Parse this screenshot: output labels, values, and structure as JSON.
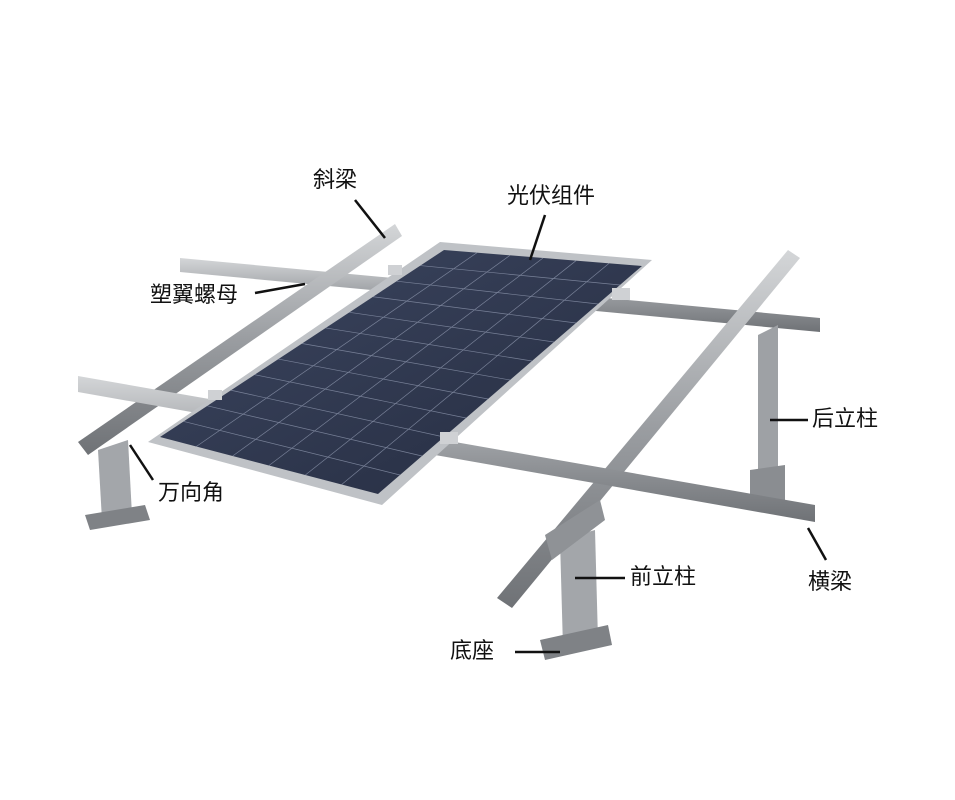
{
  "labels": {
    "inclined_beam": "斜梁",
    "pv_module": "光伏组件",
    "plastic_wing_nut": "塑翼螺母",
    "rear_column": "后立柱",
    "universal_angle": "万向角",
    "front_column": "前立柱",
    "cross_beam": "横梁",
    "base": "底座"
  },
  "colors": {
    "panel": "#2e3850",
    "frame": "#b9bcc0",
    "rail": "#a7aaae",
    "leader": "#111111"
  }
}
